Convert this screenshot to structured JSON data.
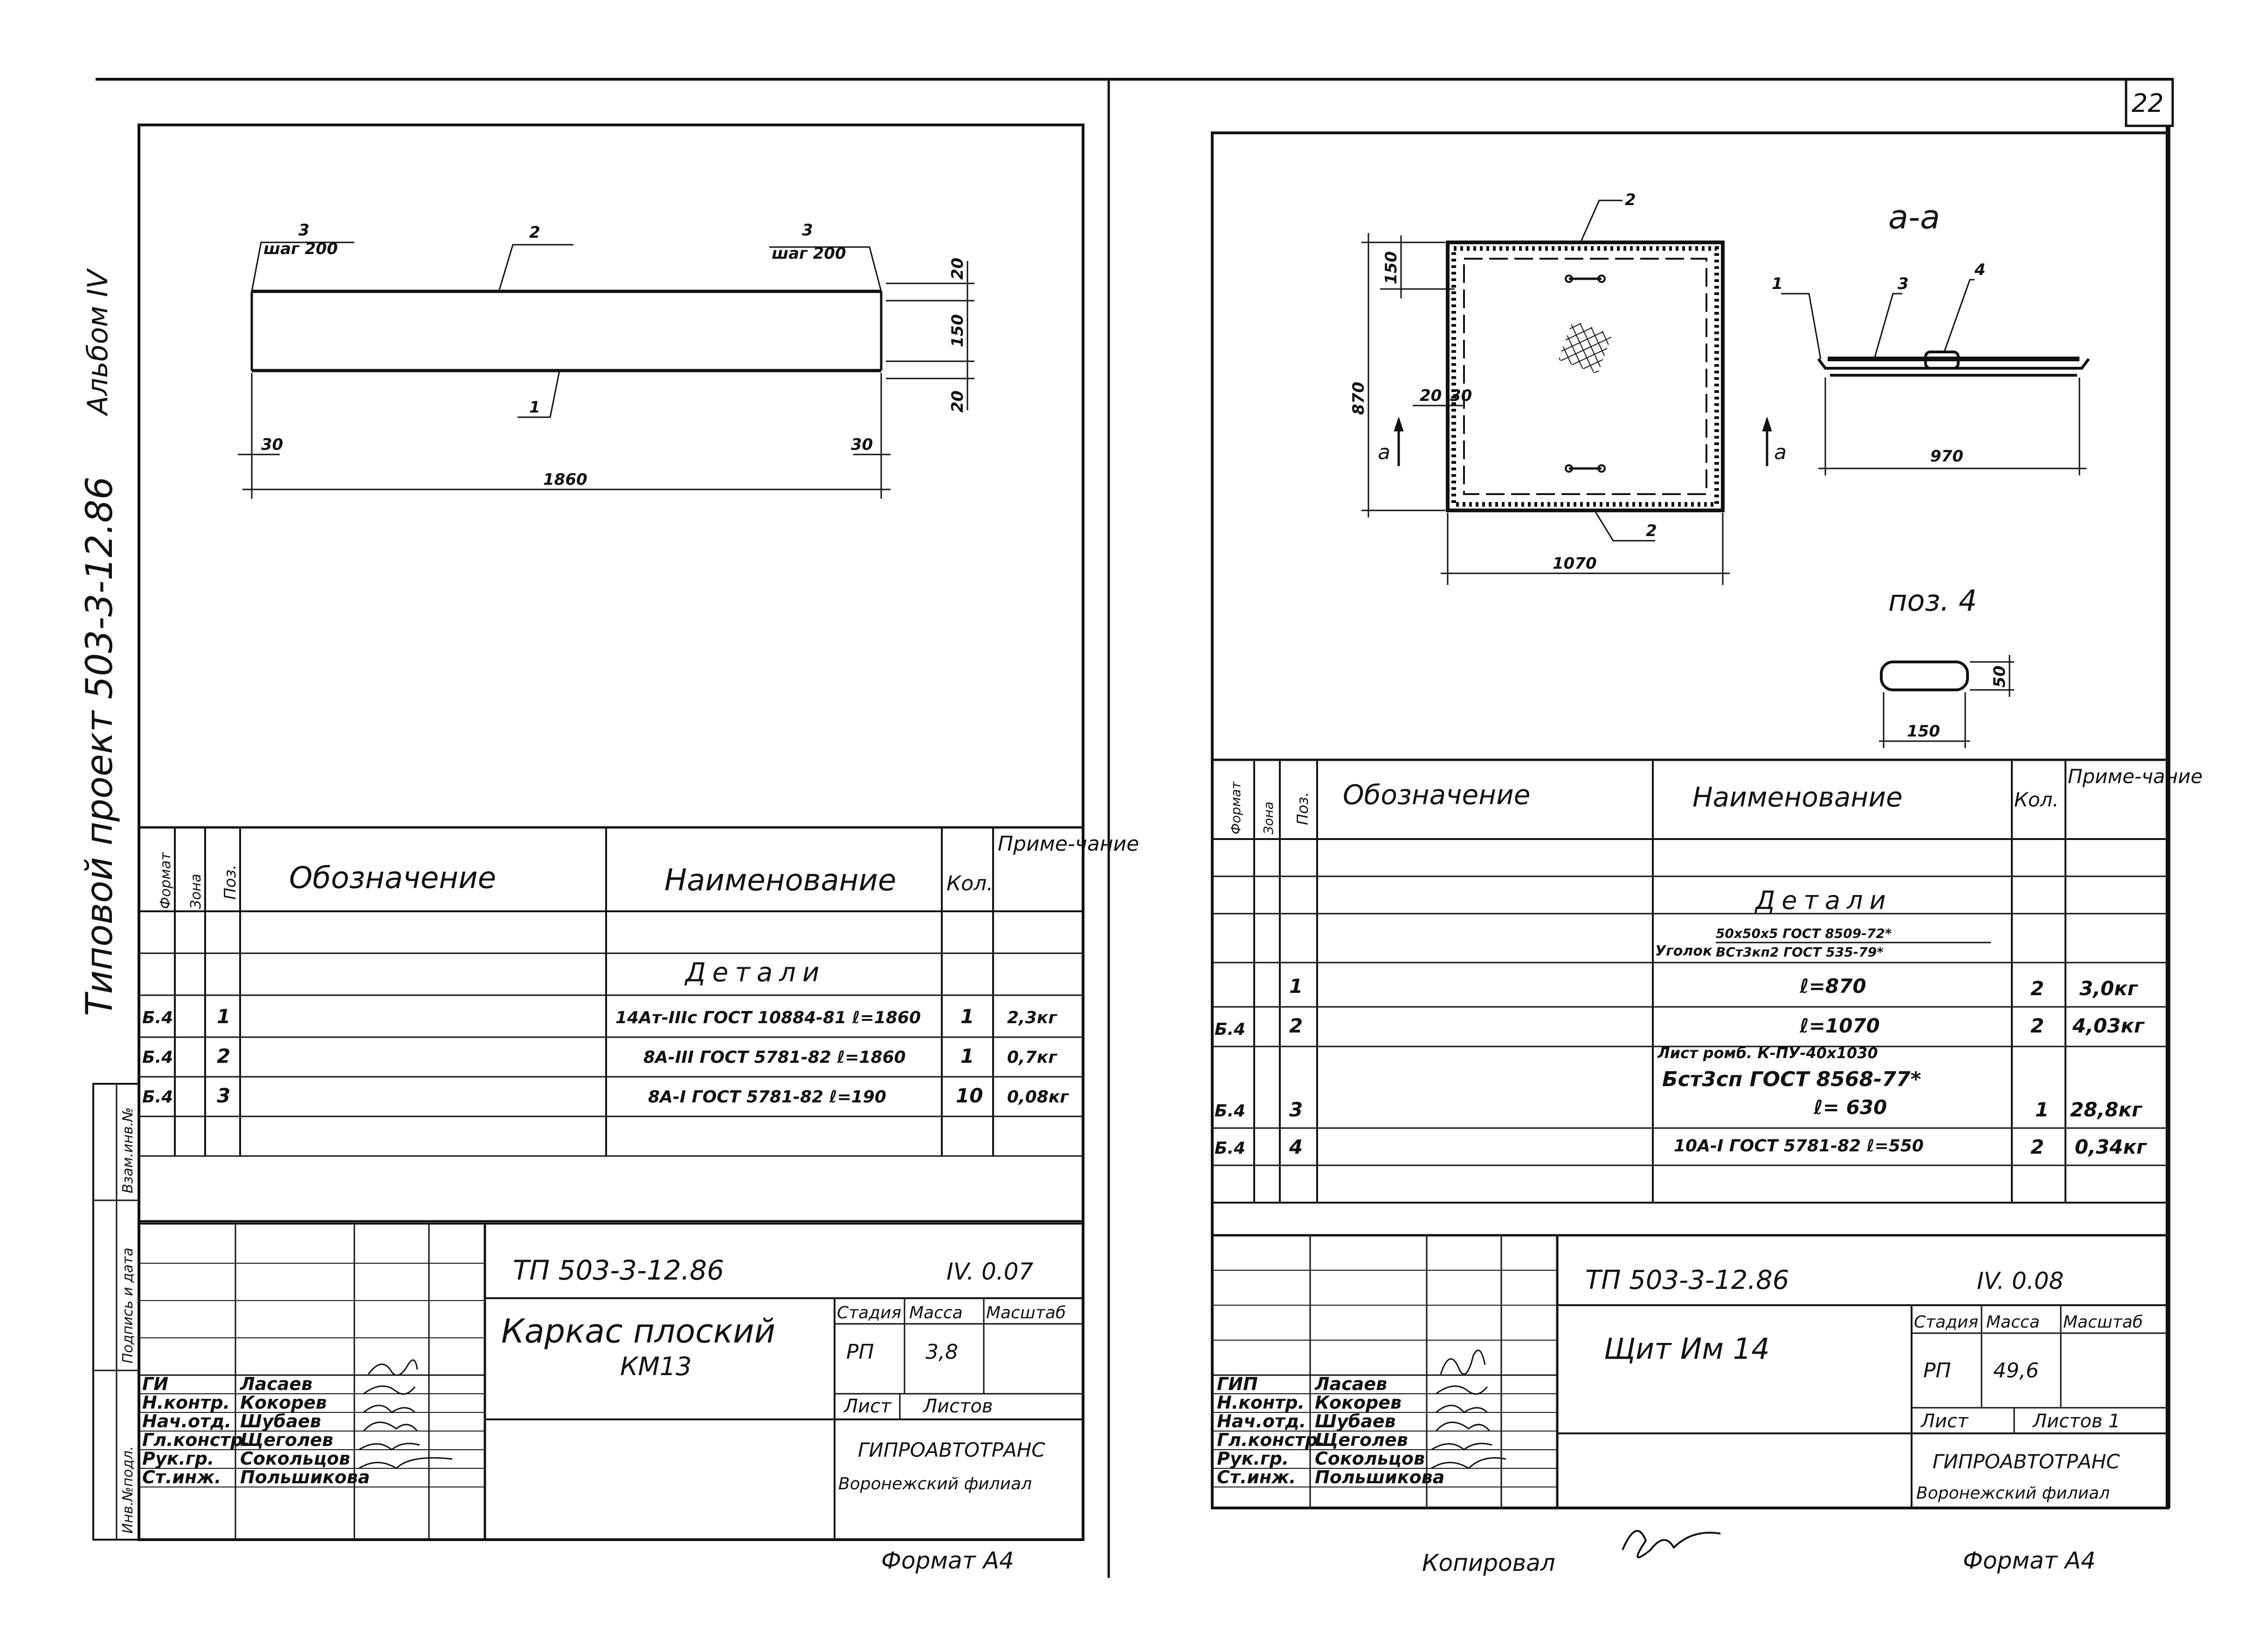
{
  "side_label": {
    "project": "Типовой проект 503-3-12.86",
    "album": "Альбом IV"
  },
  "page_number": "22",
  "side_columns": [
    "Инв.№подл.",
    "Подпись и дата",
    "Взам.инв.№"
  ],
  "table_headers": {
    "format": "Формат",
    "zone": "Зона",
    "pos": "Поз.",
    "designation": "Обозначение",
    "name": "Наименование",
    "qty": "Кол.",
    "note": "Приме-чание"
  },
  "sheet1": {
    "drawing": {
      "dim_top_left_label": "3",
      "dim_top_left_step": "шаг 200",
      "dim_top_mid": "2",
      "dim_top_right_label": "3",
      "dim_top_right_step": "шаг 200",
      "dim_bottom": "1",
      "dim_20a": "20",
      "dim_150": "150",
      "dim_20b": "20",
      "dim_30a": "30",
      "dim_30b": "30",
      "dim_1860": "1860"
    },
    "section": "Детали",
    "rows": [
      {
        "format": "Б.4",
        "pos": "1",
        "name": "14Ат-IIIс ГОСТ 10884-81 ℓ=1860",
        "qty": "1",
        "note": "2,3кг"
      },
      {
        "format": "Б.4",
        "pos": "2",
        "name": "8А-III ГОСТ 5781-82 ℓ=1860",
        "qty": "1",
        "note": "0,7кг"
      },
      {
        "format": "Б.4",
        "pos": "3",
        "name": "8А-I ГОСТ 5781-82 ℓ=190",
        "qty": "10",
        "note": "0,08кг"
      }
    ],
    "stamp": {
      "code": "ТП 503-3-12.86",
      "sheet_code": "IV. 0.07",
      "title_line1": "Каркас плоский",
      "title_line2": "КМ13",
      "stage_h": "Стадия",
      "mass_h": "Масса",
      "scale_h": "Масштаб",
      "stage": "РП",
      "mass": "3,8",
      "sheet_h": "Лист",
      "sheets_h": "Листов",
      "org1": "ГИПРОАВТОТРАНС",
      "org2": "Воронежский филиал",
      "people": [
        {
          "role": "ГИ",
          "name": "Ласаев"
        },
        {
          "role": "Н.контр.",
          "name": "Кокорев"
        },
        {
          "role": "Нач.отд.",
          "name": "Шубаев"
        },
        {
          "role": "Гл.констр.",
          "name": "Щеголев"
        },
        {
          "role": "Рук.гр.",
          "name": "Сокольцов"
        },
        {
          "role": "Ст.инж.",
          "name": "Польшикова"
        }
      ]
    },
    "footer": "Формат А4"
  },
  "sheet2": {
    "drawing": {
      "section_aa": "а-а",
      "pos4_label": "поз. 4",
      "dim_2top": "2",
      "dim_2bottom": "2",
      "dim_150": "150",
      "dim_870v": "870",
      "dim_20": "20",
      "dim_30": "30",
      "dim_1070": "1070",
      "mark_a1": "а",
      "mark_a2": "а",
      "aa_1": "1",
      "aa_3": "3",
      "aa_4": "4",
      "aa_970": "970",
      "pos4_50": "50",
      "pos4_150": "150"
    },
    "section": "Детали",
    "angle_label": "Уголок",
    "angle_num": "50x50x5 ГОСТ 8509-72*",
    "angle_den": "ВСт3кп2 ГОСТ 535-79*",
    "rows": [
      {
        "format": "",
        "pos": "1",
        "name": "ℓ=870",
        "qty": "2",
        "note": "3,0кг"
      },
      {
        "format": "Б.4",
        "pos": "2",
        "name": "ℓ=1070",
        "qty": "2",
        "note": "4,03кг"
      },
      {
        "format": "Б.4",
        "pos": "3",
        "name": "ℓ= 630",
        "qty": "1",
        "note": "28,8кг"
      },
      {
        "format": "Б.4",
        "pos": "4",
        "name": "10А-I ГОСТ 5781-82 ℓ=550",
        "qty": "2",
        "note": "0,34кг"
      }
    ],
    "sheet_name_1": "Лист ромб. К-ПУ-40х1030",
    "sheet_name_2": "Бст3сп ГОСТ 8568-77*",
    "stamp": {
      "code": "ТП 503-3-12.86",
      "sheet_code": "IV. 0.08",
      "title_line1": "Щит Им 14",
      "stage_h": "Стадия",
      "mass_h": "Масса",
      "scale_h": "Масштаб",
      "stage": "РП",
      "mass": "49,6",
      "sheet_h": "Лист",
      "sheets_h": "Листов 1",
      "org1": "ГИПРОАВТОТРАНС",
      "org2": "Воронежский филиал",
      "people": [
        {
          "role": "ГИП",
          "name": "Ласаев"
        },
        {
          "role": "Н.контр.",
          "name": "Кокорев"
        },
        {
          "role": "Нач.отд.",
          "name": "Шубаев"
        },
        {
          "role": "Гл.констр.",
          "name": "Щеголев"
        },
        {
          "role": "Рук.гр.",
          "name": "Сокольцов"
        },
        {
          "role": "Ст.инж.",
          "name": "Польшикова"
        }
      ]
    },
    "copied_label": "Копировал",
    "footer": "Формат А4"
  }
}
